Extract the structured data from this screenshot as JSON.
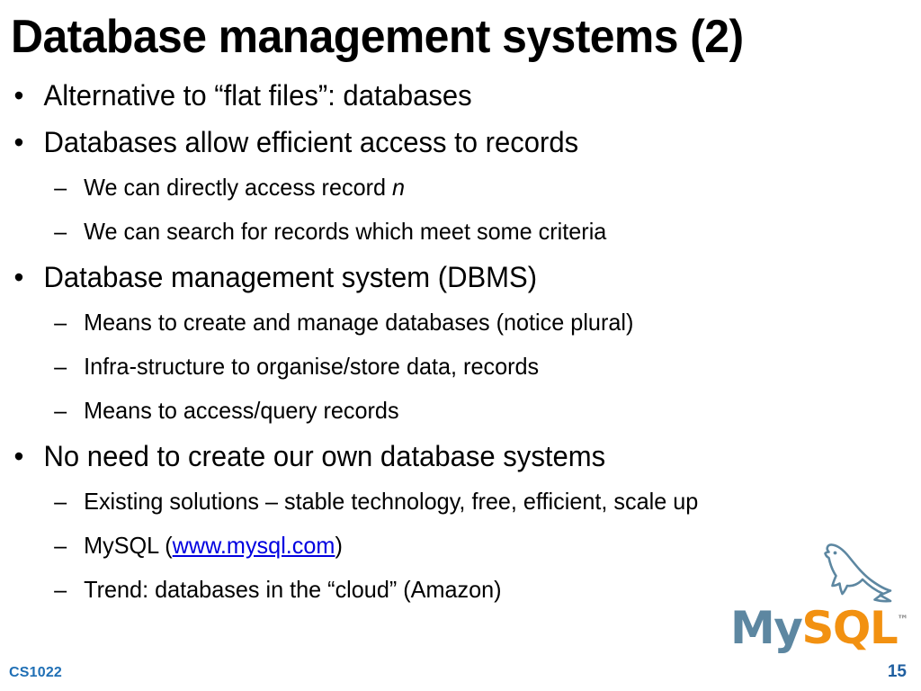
{
  "slide": {
    "title": "Database management systems (2)",
    "background_color": "#ffffff",
    "text_color": "#000000",
    "link_color": "#0000e0"
  },
  "content": {
    "bullets": [
      {
        "level": 1,
        "marker": "•",
        "text": "Alternative to “flat files”: databases"
      },
      {
        "level": 1,
        "marker": "•",
        "text": "Databases allow efficient access to records"
      },
      {
        "level": 2,
        "marker": "–",
        "text_before": "We can directly access record ",
        "italic": "n",
        "text_after": ""
      },
      {
        "level": 2,
        "marker": "–",
        "text": "We can search for records which meet some criteria"
      },
      {
        "level": 1,
        "marker": "•",
        "text": "Database management system (DBMS)"
      },
      {
        "level": 2,
        "marker": "–",
        "text": "Means to create and manage databases (notice plural)"
      },
      {
        "level": 2,
        "marker": "–",
        "text": "Infra-structure to organise/store data, records"
      },
      {
        "level": 2,
        "marker": "–",
        "text": "Means to access/query records"
      },
      {
        "level": 1,
        "marker": "•",
        "text": "No need to create our own database systems"
      },
      {
        "level": 2,
        "marker": "–",
        "text": "Existing solutions – stable technology, free, efficient, scale up"
      },
      {
        "level": 2,
        "marker": "–",
        "text_before": "MySQL (",
        "link": "www.mysql.com",
        "text_after": ")"
      },
      {
        "level": 2,
        "marker": "–",
        "text": "Trend: databases in the “cloud” (Amazon)"
      }
    ]
  },
  "logo": {
    "name": "mysql-logo",
    "word_primary": "My",
    "word_secondary": "SQL",
    "trademark": "™",
    "color_primary": "#5d87a1",
    "color_secondary": "#f29111",
    "dolphin_stroke": "#5d87a1"
  },
  "footer": {
    "course_code": "CS1022",
    "course_code_color": "#1f6fb5",
    "page_number": "15",
    "page_number_color": "#1f5fa0"
  }
}
